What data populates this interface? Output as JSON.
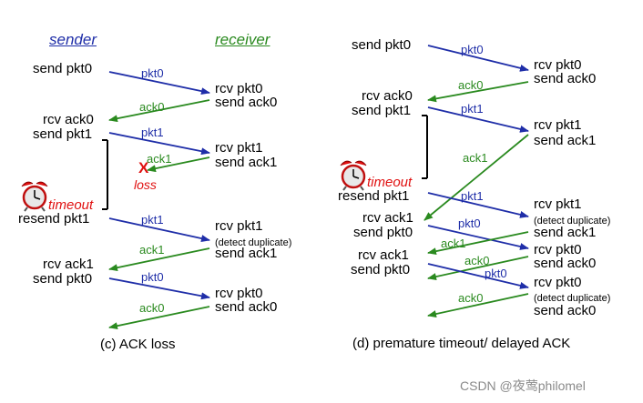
{
  "left": {
    "sender_title": "sender",
    "receiver_title": "receiver",
    "s": [
      "send pkt0",
      "rcv ack0",
      "send pkt1",
      "timeout",
      "resend pkt1",
      "rcv ack1",
      "send pkt0"
    ],
    "r": [
      "rcv pkt0",
      "send ack0",
      "rcv pkt1",
      "send ack1",
      "rcv pkt1",
      "(detect duplicate)",
      "send ack1",
      "rcv pkt0",
      "send ack0"
    ],
    "msg": [
      "pkt0",
      "ack0",
      "pkt1",
      "ack1",
      "pkt1",
      "ack1",
      "pkt0",
      "ack0"
    ],
    "loss_mark": "X",
    "loss": "loss",
    "caption": "(c) ACK loss"
  },
  "right": {
    "s": [
      "send pkt0",
      "rcv ack0",
      "send pkt1",
      "timeout",
      "resend pkt1",
      "rcv ack1",
      "send pkt0",
      "rcv ack1",
      "send pkt0"
    ],
    "r": [
      "rcv pkt0",
      "send ack0",
      "rcv pkt1",
      "send ack1",
      "rcv pkt1",
      "(detect duplicate)",
      "send ack1",
      "rcv pkt0",
      "send ack0",
      "rcv pkt0",
      "(detect duplicate)",
      "send ack0"
    ],
    "msg": [
      "pkt0",
      "ack0",
      "pkt1",
      "ack1",
      "pkt1",
      "pkt0",
      "ack1",
      "ack0",
      "pkt0",
      "ack0"
    ],
    "caption": "(d) premature timeout/ delayed ACK"
  },
  "watermark": "CSDN @夜莺philomel",
  "colors": {
    "packet": "#1f2ea8",
    "ack": "#2a8a1f",
    "loss": "#e01010"
  }
}
